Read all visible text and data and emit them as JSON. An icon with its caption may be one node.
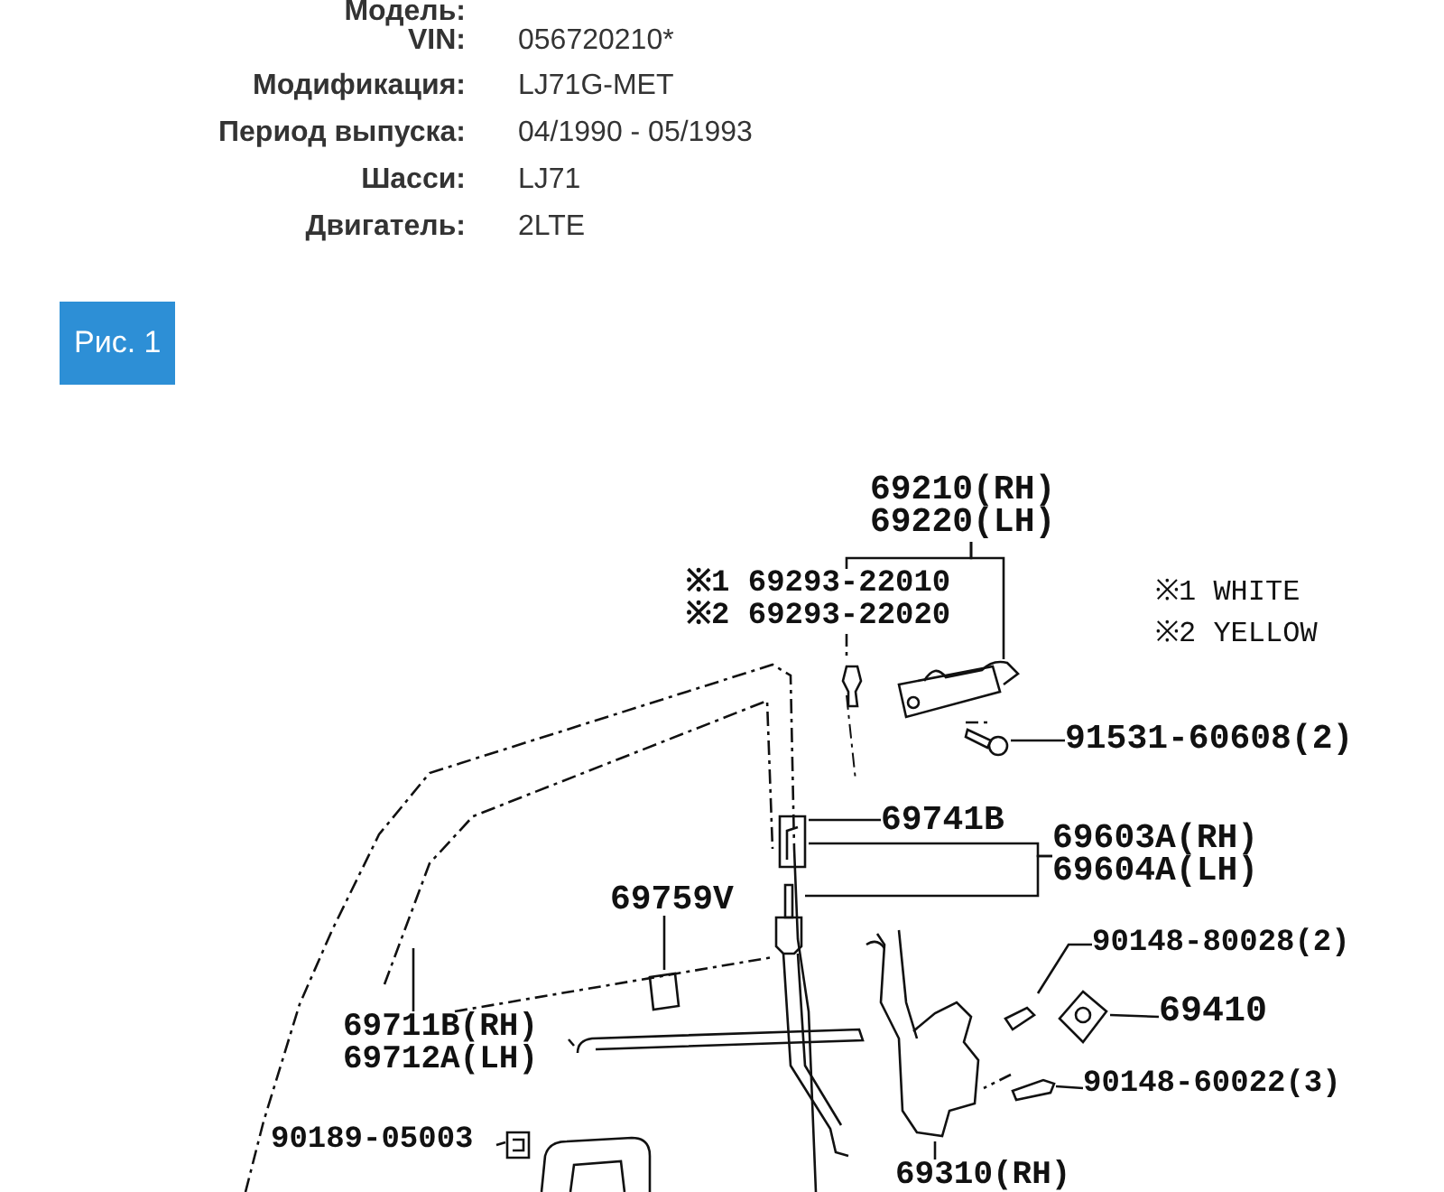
{
  "diagram": {
    "nodes": [
      {
        "text": [
          "69210(RH)",
          "69220(LH)"
        ]
      },
      {
        "text": [
          "※1 69293-22010",
          "※2 69293-22020"
        ]
      },
      {
        "text": [
          "91531-60608(2)"
        ]
      },
      {
        "text": [
          "69741B"
        ]
      },
      {
        "text": [
          "69603A(RH)",
          "69604A(LH)"
        ]
      },
      {
        "text": [
          "69759V"
        ]
      },
      {
        "text": [
          "90148-80028(2)"
        ]
      },
      {
        "text": [
          "69410"
        ]
      },
      {
        "text": [
          "69711B(RH)",
          "69712A(LH)"
        ]
      },
      {
        "text": [
          "90148-60022(3)"
        ]
      },
      {
        "text": [
          "90189-05003"
        ]
      },
      {
        "text": [
          "69310(RH)"
        ]
      },
      {
        "text": [],
        "shape": "picture"
      },
      {
        "text": [],
        "shape": "picture"
      },
      {
        "text": [],
        "shape": "picture"
      },
      {
        "text": [],
        "shape": "picture"
      },
      {
        "text": [],
        "shape": "picture"
      },
      {
        "text": [],
        "shape": "picture"
      },
      {
        "text": [],
        "shape": "picture"
      },
      {
        "text": [],
        "shape": "picture"
      },
      {
        "text": [],
        "shape": "picture"
      },
      {
        "text": [],
        "shape": "picture"
      },
      {
        "text": [],
        "shape": "picture"
      },
      {
        "text": [],
        "shape": "picture"
      }
    ],
    "edges": [
      {
        "from": 0,
        "to": 1,
        "arrow": "none"
      },
      {
        "from": 0,
        "to": 12,
        "arrow": "none"
      },
      {
        "from": 1,
        "to": 13,
        "arrow": "none",
        "style": "dashed"
      },
      {
        "from": 2,
        "to": 14,
        "arrow": "none"
      },
      {
        "from": 3,
        "to": 15,
        "arrow": "none"
      },
      {
        "from": 4,
        "to": 15,
        "arrow": "none"
      },
      {
        "from": 4,
        "to": 17,
        "arrow": "none"
      },
      {
        "from": 5,
        "to": 16,
        "arrow": "none"
      },
      {
        "from": 6,
        "to": 18,
        "arrow": "none"
      },
      {
        "from": 7,
        "to": 19,
        "arrow": "none"
      },
      {
        "from": 8,
        "to": null,
        "arrow": "none"
      },
      {
        "from": 8,
        "to": 22,
        "arrow": "none"
      },
      {
        "from": 9,
        "to": 20,
        "arrow": "none"
      },
      {
        "from": 10,
        "to": 23,
        "arrow": "none"
      },
      {
        "from": 11,
        "to": 21,
        "arrow": "none"
      },
      {
        "from": 8,
        "to": 17,
        "arrow": "none",
        "style": "dashed"
      },
      {
        "from": 14,
        "to": 12,
        "arrow": "none",
        "style": "dashed"
      },
      {
        "from": 20,
        "to": 21,
        "arrow": "none",
        "style": "dashed"
      }
    ],
    "labels": [
      "Модель:",
      "VIN:",
      "056720210*",
      "Модификация:",
      "LJ71G-MET",
      "Период выпуска:",
      "04/1990 - 05/1993",
      "Шасси:",
      "LJ71",
      "Двигатель:",
      "2LTE",
      "Рис. 1",
      "※1 WHITE",
      "※2 YELLOW"
    ]
  }
}
